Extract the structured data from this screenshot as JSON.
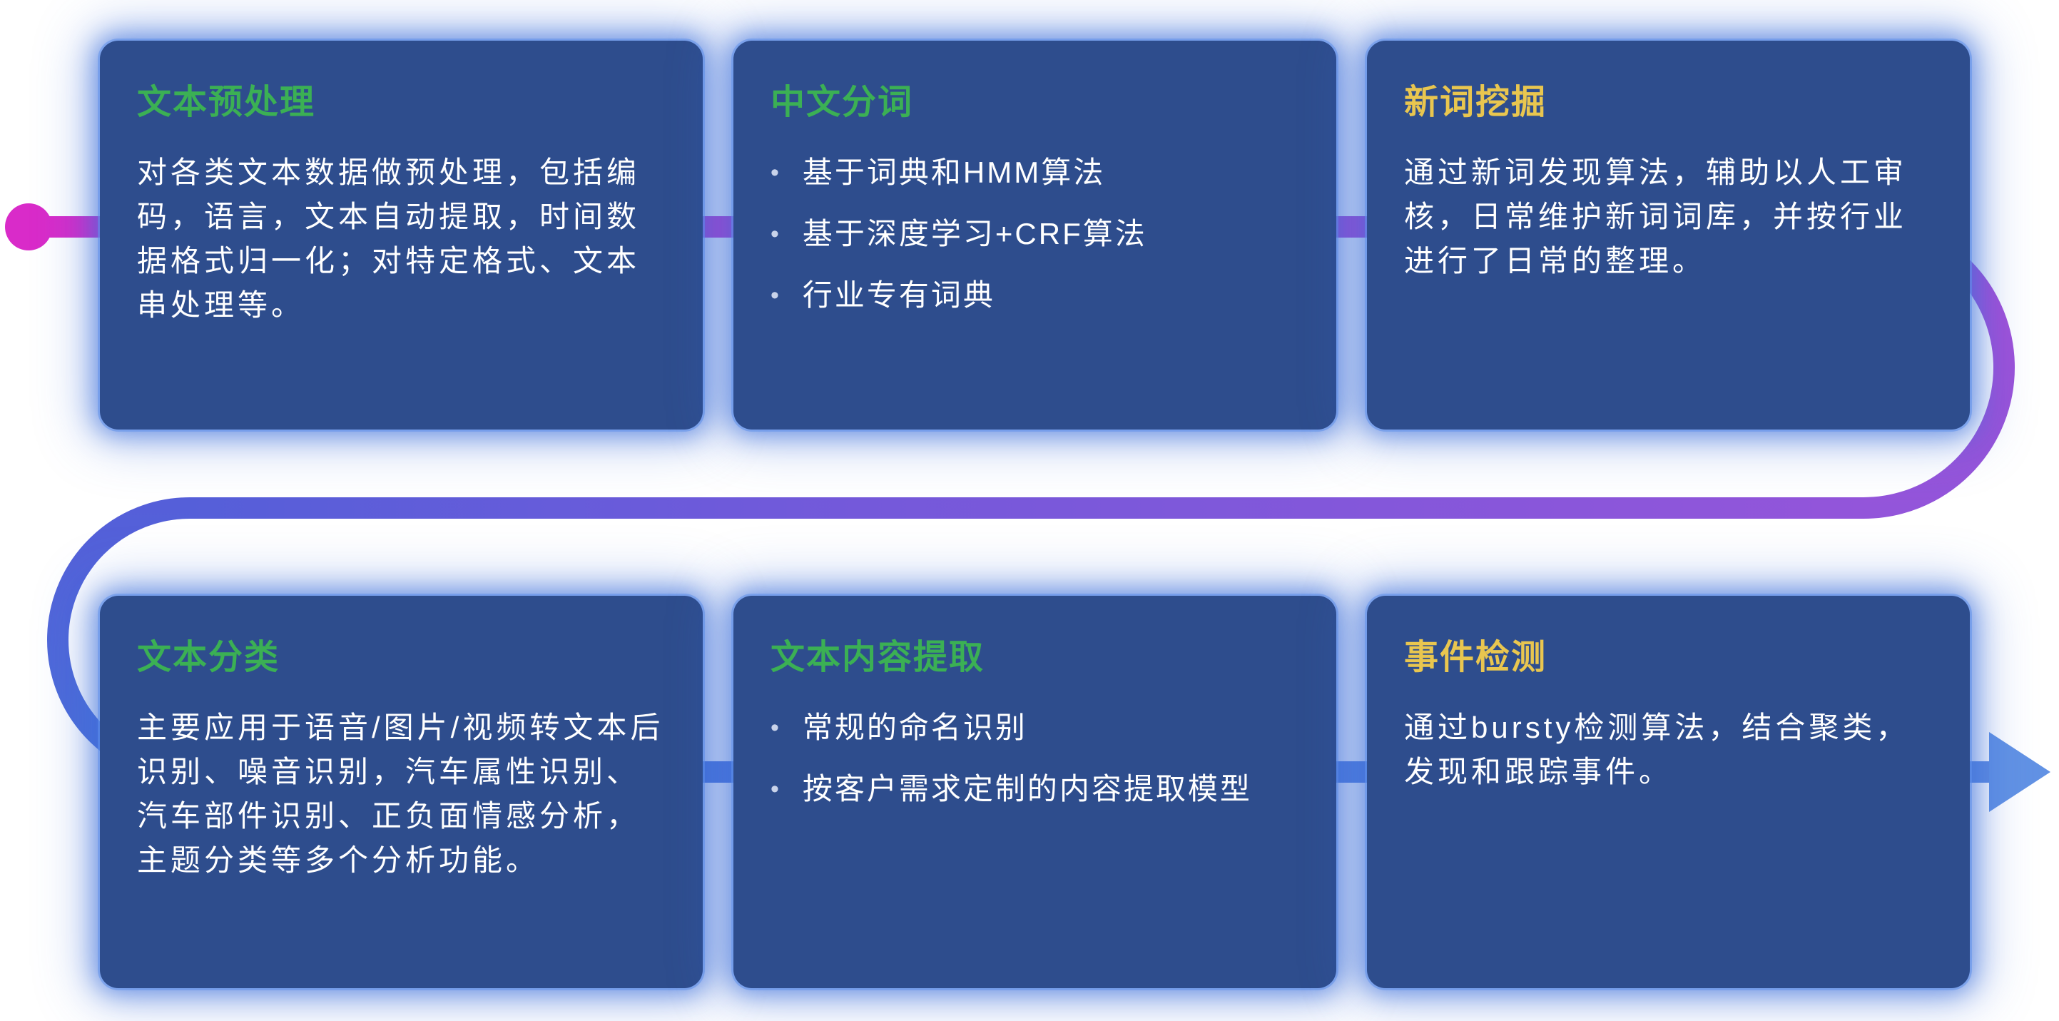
{
  "palette": {
    "card_bg": "#2e4d8d",
    "card_glow": "#3e70da",
    "title_green": "#3bb054",
    "title_yellow": "#e9c64f",
    "body_text": "#ffffff",
    "flow_start_magenta": "#d92bc9",
    "flow_mid_purple": "#9355da",
    "flow_blue": "#4a6fd9",
    "flow_end_light_blue": "#5f8ce1"
  },
  "cards": [
    {
      "id": "text-preprocessing",
      "title": "文本预处理",
      "title_color": "green",
      "type": "paragraph",
      "body": "对各类文本数据做预处理，包括编码，语言，文本自动提取，时间数据格式归一化；对特定格式、文本串处理等。"
    },
    {
      "id": "chinese-word-segmentation",
      "title": "中文分词",
      "title_color": "green",
      "type": "bullets",
      "bullets": [
        "基于词典和HMM算法",
        "基于深度学习+CRF算法",
        "行业专有词典"
      ]
    },
    {
      "id": "new-word-mining",
      "title": "新词挖掘",
      "title_color": "yellow",
      "type": "paragraph",
      "body": "通过新词发现算法，辅助以人工审核，日常维护新词词库，并按行业进行了日常的整理。"
    },
    {
      "id": "text-classification",
      "title": "文本分类",
      "title_color": "green",
      "type": "paragraph",
      "body": "主要应用于语音/图片/视频转文本后识别、噪音识别，汽车属性识别、汽车部件识别、正负面情感分析，主题分类等多个分析功能。"
    },
    {
      "id": "text-content-extraction",
      "title": "文本内容提取",
      "title_color": "green",
      "type": "bullets",
      "bullets": [
        "常规的命名识别",
        "按客户需求定制的内容提取模型"
      ]
    },
    {
      "id": "event-detection",
      "title": "事件检测",
      "title_color": "yellow",
      "type": "paragraph",
      "body": "通过bursty检测算法，结合聚类，发现和跟踪事件。"
    }
  ]
}
